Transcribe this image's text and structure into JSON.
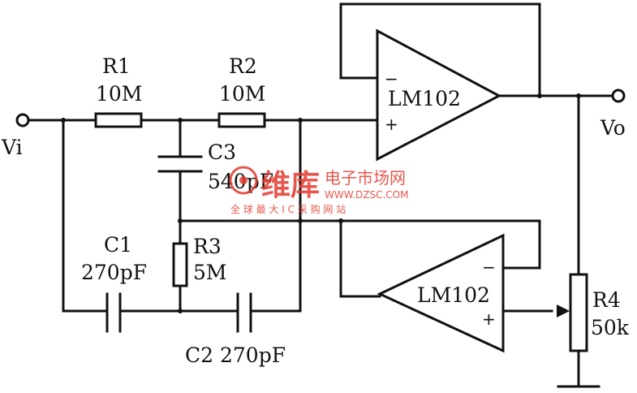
{
  "labels": {
    "vi": "Vi",
    "vo": "Vo",
    "r1_name": "R1",
    "r1_value": "10M",
    "r2_name": "R2",
    "r2_value": "10M",
    "c3_name": "C3",
    "c3_value": "540pF",
    "c1_name": "C1",
    "c1_value": "270pF",
    "r3_name": "R3",
    "r3_value": "5M",
    "c2_label": "C2  270pF",
    "r4_name": "R4",
    "r4_value": "50k",
    "opamp1": "LM102",
    "opamp2": "LM102",
    "minus": "−",
    "plus": "+"
  },
  "watermark": {
    "brand": "维库",
    "cn_name": "电子市场网",
    "url": "WWW.DZSC.COM",
    "slogan": "全 球 最 大 I C 采 购 网 站",
    "color": "#e23a2e"
  }
}
